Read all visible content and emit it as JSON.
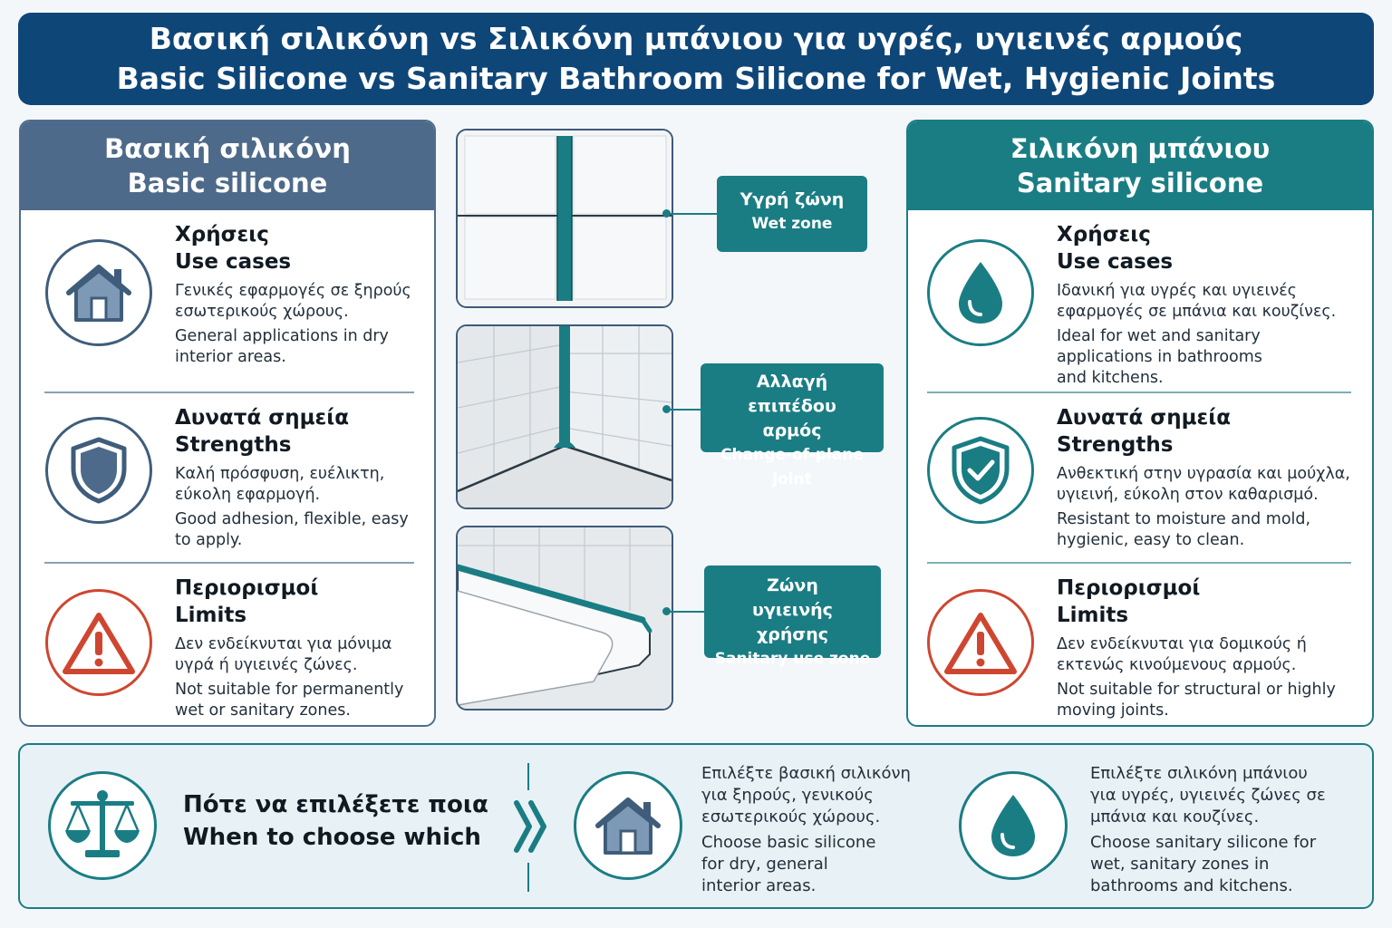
{
  "header": {
    "title_el": "Βασική σιλικόνη vs Σιλικόνη μπάνιου για υγρές, υγιεινές αρμούς",
    "title_en": "Basic Silicone vs Sanitary Bathroom Silicone for Wet, Hygienic Joints"
  },
  "left": {
    "head_el": "Βασική σιλικόνη",
    "head_en": "Basic silicone",
    "sections": [
      {
        "icon": "house-icon",
        "title_el": "Χρήσεις",
        "title_en": "Use cases",
        "text_el": "Γενικές εφαρμογές σε ξηρούς εσωτερικούς χώρους.",
        "text_en": "General applications in dry interior areas."
      },
      {
        "icon": "shield-icon",
        "title_el": "Δυνατά σημεία",
        "title_en": "Strengths",
        "text_el": "Καλή πρόσφυση, ευέλικτη, εύκολη εφαρμογή.",
        "text_en": "Good adhesion, flexible, easy to apply."
      },
      {
        "icon": "warning-icon",
        "title_el": "Περιορισμοί",
        "title_en": "Limits",
        "text_el": "Δεν ενδείκνυται για μόνιμα υγρά ή υγιεινές ζώνες.",
        "text_en": "Not suitable for permanently wet or sanitary zones."
      }
    ]
  },
  "right": {
    "head_el": "Σιλικόνη μπάνιου",
    "head_en": "Sanitary silicone",
    "sections": [
      {
        "icon": "water-drop-icon",
        "title_el": "Χρήσεις",
        "title_en": "Use cases",
        "text_el": "Ιδανική για υγρές και υγιεινές εφαρμογές σε μπάνια και κουζίνες.",
        "text_en": "Ideal for wet and sanitary applications in bathrooms and kitchens."
      },
      {
        "icon": "shield-check-icon",
        "title_el": "Δυνατά σημεία",
        "title_en": "Strengths",
        "text_el": "Ανθεκτική στην υγρασία και μούχλα, υγιεινή, εύκολη στον καθαρισμό.",
        "text_en": "Resistant to moisture and mold, hygienic, easy to clean."
      },
      {
        "icon": "warning-icon",
        "title_el": "Περιορισμοί",
        "title_en": "Limits",
        "text_el": "Δεν ενδείκνυται για δομικούς ή εκτενώς κινούμενους αρμούς.",
        "text_en": "Not suitable for structural or highly moving joints."
      }
    ]
  },
  "middle": {
    "tags": [
      {
        "el": "Υγρή ζώνη",
        "en": "Wet zone"
      },
      {
        "el": "Αλλαγή επιπέδου αρμός",
        "en": "Change-of-plane joint"
      },
      {
        "el": "Ζώνη υγιεινής χρήσης",
        "en": "Sanitary use zone"
      }
    ]
  },
  "bottom": {
    "title_el": "Πότε να επιλέξετε ποια",
    "title_en": "When to choose which",
    "basic_el": "Επιλέξτε βασική σιλικόνη για ξηρούς, γενικούς εσωτερικούς χώρους.",
    "basic_en": "Choose basic silicone for dry, general interior areas.",
    "sanitary_el": "Επιλέξτε σιλικόνη μπάνιου για υγρές, υγιεινές ζώνες σε μπάνια και κουζίνες.",
    "sanitary_en": "Choose sanitary silicone for wet, sanitary zones in bathrooms and kitchens."
  },
  "colors": {
    "header_navy": "#0f4678",
    "basic_slate": "#4e6a8a",
    "sanitary_teal": "#1a7d84",
    "warning_red": "#cf4630"
  }
}
